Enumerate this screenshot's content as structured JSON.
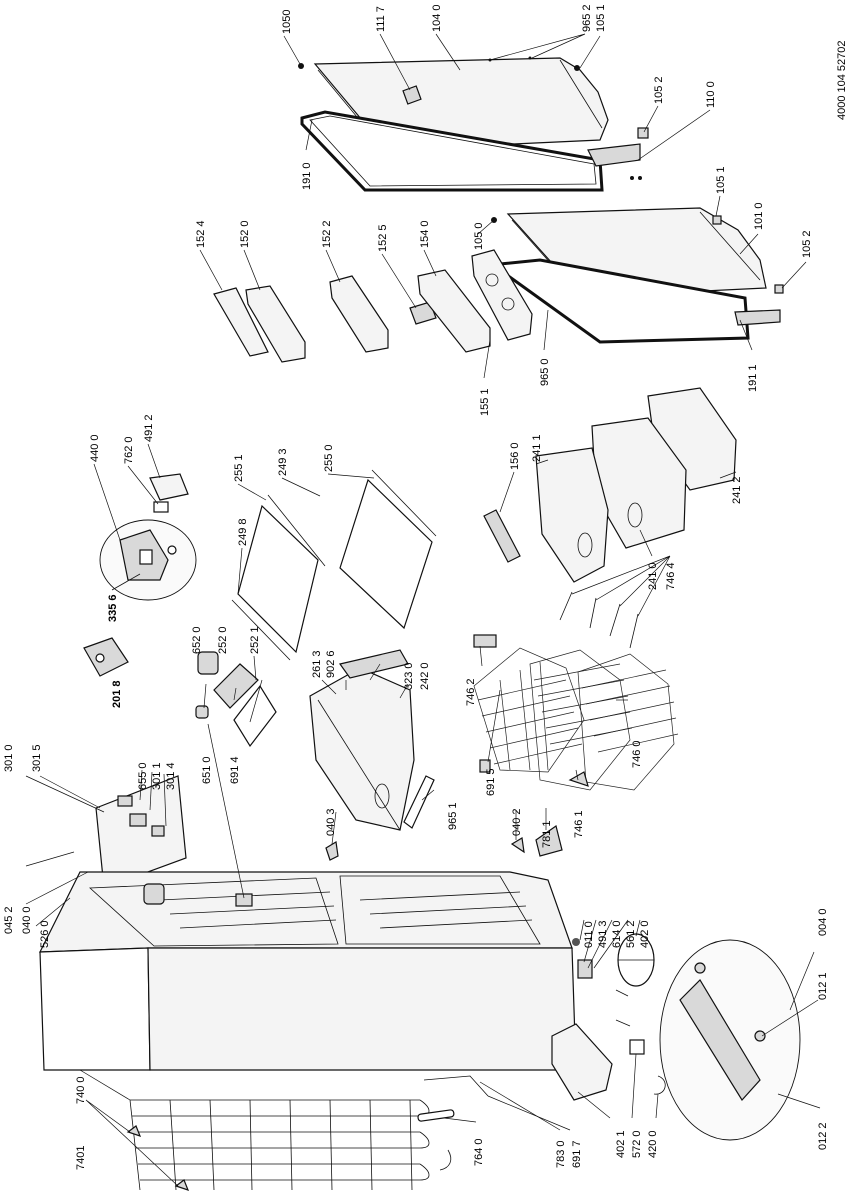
{
  "document_ref": "4000 104 52702",
  "callouts": {
    "c1050": "1050",
    "c1117": "111 7",
    "c1040": "104 0",
    "c9652": "965 2",
    "c1051a": "105 1",
    "c1052a": "105 2",
    "c1100": "110 0",
    "c1910": "191 0",
    "c1051b": "105 1",
    "c1010": "101 0",
    "c1052b": "105 2",
    "c1911": "191 1",
    "c1050b": "105 0",
    "c1524": "152 4",
    "c1520": "152 0",
    "c1522": "152 2",
    "c1525": "152 5",
    "c1540": "154 0",
    "c9650": "965 0",
    "c1551": "155 1",
    "c4400": "440 0",
    "c7620": "762 0",
    "c4912": "491 2",
    "c2551": "255 1",
    "c2493": "249 3",
    "c2550": "255 0",
    "c2498": "249 8",
    "c1560": "156 0",
    "c2411": "241 1",
    "c2412": "241 2",
    "c2410": "241 0",
    "c7464": "746 4",
    "c3356": "335 6",
    "c2018": "201 8",
    "c6520": "652 0",
    "c2520": "252 0",
    "c2521": "252 1",
    "c6510": "651 0",
    "c6914": "691 4",
    "c2613": "261 3",
    "c9026": "902 6",
    "c3230": "323 0",
    "c2420": "242 0",
    "c9651": "965 1",
    "c7462": "746 2",
    "c6915": "691 5",
    "c7460": "746 0",
    "c7461": "746 1",
    "c7811": "781 1",
    "c0402": "040 2",
    "c0403": "040 3",
    "c3010": "301 0",
    "c3015": "301 5",
    "c6550": "655 0",
    "c3011": "301 1",
    "c3014": "301 4",
    "c0452": "045 2",
    "c0400": "040 0",
    "c5260": "526 0",
    "c0110": "011 0",
    "c4913": "491 3",
    "c6140": "614 0",
    "c5612": "561 2",
    "c4020": "402 0",
    "c0040": "004 0",
    "c0121": "012 1",
    "c0122": "012 2",
    "c4021": "402 1",
    "c5720": "572 0",
    "c4200": "420 0",
    "c7400": "740 0",
    "c7401": "7401",
    "c7640": "764 0",
    "c7830": "783 0",
    "c6917": "691 7"
  }
}
